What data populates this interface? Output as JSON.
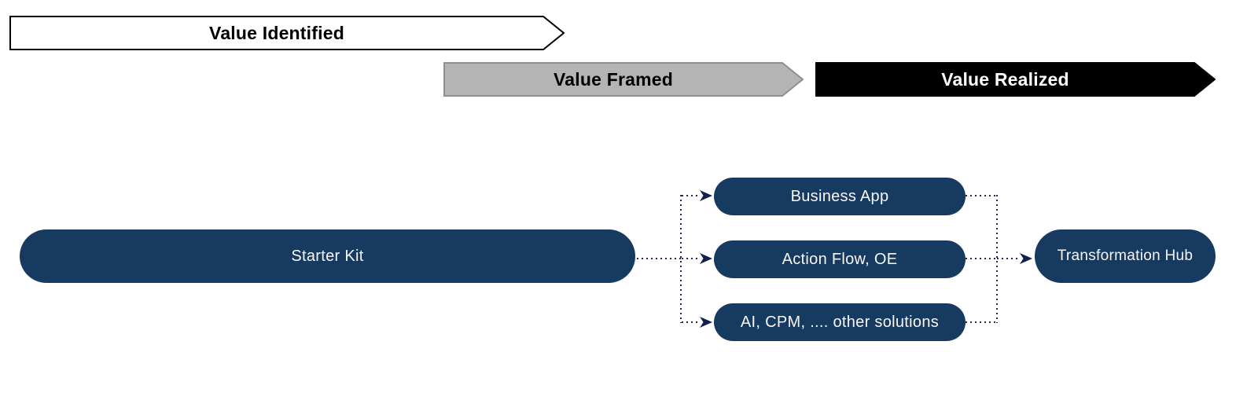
{
  "stages": [
    {
      "label": "Value Identified"
    },
    {
      "label": "Value Framed"
    },
    {
      "label": "Value Realized"
    }
  ],
  "flow": {
    "source": {
      "label": "Starter Kit"
    },
    "middle": [
      {
        "label": "Business App"
      },
      {
        "label": "Action Flow, OE"
      },
      {
        "label": "AI, CPM, .... other solutions"
      }
    ],
    "target": {
      "label": "Transformation Hub"
    },
    "edges": [
      "Starter Kit -> Business App",
      "Starter Kit -> Action Flow, OE",
      "Starter Kit -> AI, CPM, .... other solutions",
      "Business App -> Transformation Hub",
      "Action Flow, OE -> Transformation Hub",
      "AI, CPM, .... other solutions -> Transformation Hub"
    ]
  },
  "colors": {
    "pill_fill": "#173a61",
    "pill_text": "#f7f7f7",
    "connector": "#23295e",
    "connector_arrow": "#101f4e",
    "stage_identified_fill": "#ffffff",
    "stage_identified_border": "#000000",
    "stage_identified_text": "#000000",
    "stage_framed_fill": "#b4b4b4",
    "stage_framed_border": "#8f8f8f",
    "stage_framed_text": "#000000",
    "stage_realized_fill": "#000000",
    "stage_realized_border": "#000000",
    "stage_realized_text": "#ffffff",
    "background": "#ffffff"
  }
}
